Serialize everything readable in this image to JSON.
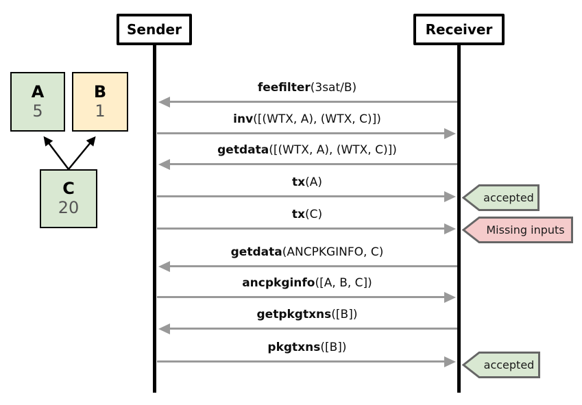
{
  "actors": [
    {
      "label": "Sender"
    },
    {
      "label": "Receiver"
    }
  ],
  "messages": [
    {
      "fn": "feefilter",
      "args": "(3sat/B)",
      "from": "Receiver",
      "to": "Sender",
      "direction": "left"
    },
    {
      "fn": "inv",
      "args": "([(WTX, A), (WTX, C)])",
      "from": "Sender",
      "to": "Receiver",
      "direction": "right"
    },
    {
      "fn": "getdata",
      "args": "([(WTX, A), (WTX, C)])",
      "from": "Receiver",
      "to": "Sender",
      "direction": "left"
    },
    {
      "fn": "tx",
      "args": "(A)",
      "from": "Sender",
      "to": "Receiver",
      "direction": "right",
      "result": "accepted"
    },
    {
      "fn": "tx",
      "args": "(C)",
      "from": "Sender",
      "to": "Receiver",
      "direction": "right",
      "result": "Missing inputs"
    },
    {
      "fn": "getdata",
      "args": "(ANCPKGINFO, C)",
      "from": "Receiver",
      "to": "Sender",
      "direction": "left"
    },
    {
      "fn": "ancpkginfo",
      "args": "([A, B, C])",
      "from": "Sender",
      "to": "Receiver",
      "direction": "right"
    },
    {
      "fn": "getpkgtxns",
      "args": "([B])",
      "from": "Receiver",
      "to": "Sender",
      "direction": "left"
    },
    {
      "fn": "pkgtxns",
      "args": "([B])",
      "from": "Sender",
      "to": "Receiver",
      "direction": "right",
      "result": "accepted"
    }
  ],
  "annotations": [
    {
      "label": "accepted",
      "status": "success"
    },
    {
      "label": "Missing inputs",
      "status": "error"
    },
    {
      "label": "accepted",
      "status": "success"
    }
  ],
  "transactions": [
    {
      "id": "A",
      "value": "5",
      "fill": "#d9e8d2"
    },
    {
      "id": "B",
      "value": "1",
      "fill": "#ffeeca"
    },
    {
      "id": "C",
      "value": "20",
      "fill": "#d9e8d2"
    }
  ],
  "dependencies": [
    {
      "from": "C",
      "to": "A"
    },
    {
      "from": "C",
      "to": "B"
    }
  ],
  "colors": {
    "arrow": "#999999",
    "lifeline": "#000000",
    "badge_border": "#666666",
    "success_fill": "#d9e8d2",
    "error_fill": "#f5cbcb",
    "tx_green": "#d9e8d2",
    "tx_yellow": "#ffeeca"
  }
}
